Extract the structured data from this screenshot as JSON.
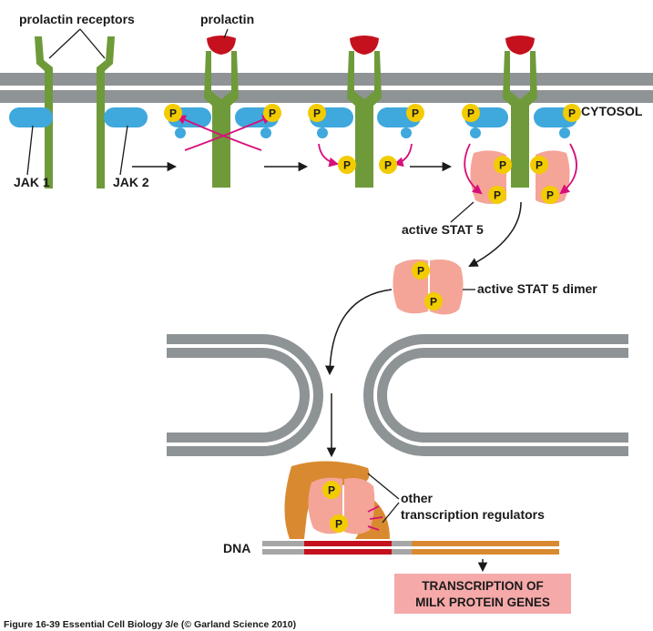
{
  "labels": {
    "prolactin_receptors": "prolactin receptors",
    "prolactin": "prolactin",
    "cytosol": "CYTOSOL",
    "jak1": "JAK 1",
    "jak2": "JAK 2",
    "active_stat5": "active STAT 5",
    "active_stat5_dimer": "active STAT 5 dimer",
    "other_regulators_line1": "other",
    "other_regulators_line2": "transcription regulators",
    "dna": "DNA",
    "transcription_line1": "TRANSCRIPTION OF",
    "transcription_line2": "MILK PROTEIN GENES",
    "caption": "Figure 16-39  Essential Cell Biology 3/e (© Garland Science 2010)"
  },
  "phospho_label": "P",
  "colors": {
    "receptor": "#6f9a3a",
    "prolactin": "#c4111d",
    "jak": "#3fa8dc",
    "phosphate": "#f2cc00",
    "stat": "#f4a597",
    "regulator": "#d98a30",
    "membrane": "#8e9396",
    "arrow_magenta": "#d6107a",
    "dna_grey": "#a6a6a6",
    "dna_red": "#c4111d",
    "dna_orange": "#d98a30",
    "transcription_box": "#f6a9a9"
  }
}
